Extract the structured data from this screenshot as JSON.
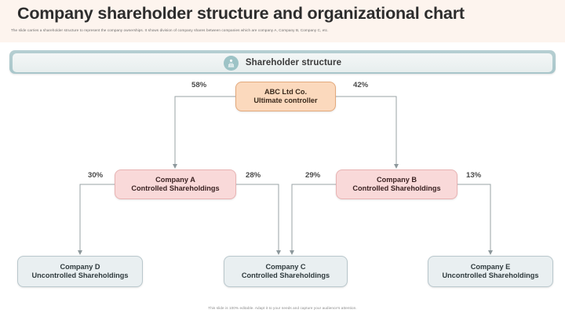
{
  "header": {
    "title": "Company shareholder structure and organizational chart",
    "subtitle": "The slide carries a shareholder structure to represent the company ownerships. It shows division of company shares between companies which are company A, Company B, Company C, etc."
  },
  "banner": {
    "title": "Shareholder structure",
    "icon": "group-people-icon"
  },
  "footer": {
    "note": "This slide is 100% editable. Adapt it to your needs and capture your audience's attention."
  },
  "chart_data": {
    "type": "diagram",
    "title": "Shareholder structure",
    "nodes": [
      {
        "id": "root",
        "line1": "ABC Ltd Co.",
        "line2": "Ultimate controller",
        "level": 0,
        "color": "#fbd9bd"
      },
      {
        "id": "a",
        "line1": "Company A",
        "line2": "Controlled Shareholdings",
        "level": 1,
        "color": "#f9d9d9"
      },
      {
        "id": "b",
        "line1": "Company B",
        "line2": "Controlled Shareholdings",
        "level": 1,
        "color": "#f9d9d9"
      },
      {
        "id": "d",
        "line1": "Company D",
        "line2": "Uncontrolled Shareholdings",
        "level": 2,
        "color": "#e9eff1"
      },
      {
        "id": "c",
        "line1": "Company C",
        "line2": "Controlled Shareholdings",
        "level": 2,
        "color": "#e9eff1"
      },
      {
        "id": "e",
        "line1": "Company E",
        "line2": "Uncontrolled Shareholdings",
        "level": 2,
        "color": "#e9eff1"
      }
    ],
    "edges": [
      {
        "from": "root",
        "to": "a",
        "label": "58%"
      },
      {
        "from": "root",
        "to": "b",
        "label": "42%"
      },
      {
        "from": "a",
        "to": "d",
        "label": "30%"
      },
      {
        "from": "a",
        "to": "c",
        "label": "28%"
      },
      {
        "from": "b",
        "to": "c",
        "label": "29%"
      },
      {
        "from": "b",
        "to": "e",
        "label": "13%"
      }
    ],
    "edge_labels": {
      "root_a": "58%",
      "root_b": "42%",
      "a_d": "30%",
      "a_c": "28%",
      "b_c": "29%",
      "b_e": "13%"
    }
  },
  "colors": {
    "header_bg": "#fdf4ee",
    "banner_teal": "#a8c6ca",
    "root_node": "#fbd9bd",
    "mid_node": "#f9d9d9",
    "leaf_node": "#e9eff1",
    "connector": "#9aa3a6"
  }
}
